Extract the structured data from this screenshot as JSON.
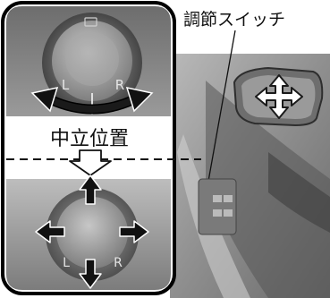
{
  "callout": {
    "switch_label": "調節スイッチ"
  },
  "inset": {
    "neutral_label": "中立位置",
    "top_dial": {
      "left": "L",
      "right": "R"
    },
    "bottom_dial": {
      "left": "L",
      "right": "R"
    }
  },
  "icons": {
    "mirror_arrows": "four-way-arrow-icon",
    "rotate_arrow": "curved-double-arrow-icon",
    "tilt_arrows": "four-direction-arrows-icon",
    "down_arrow": "hollow-down-arrow-icon"
  },
  "colors": {
    "frame": "#000000",
    "photo_gray": "#8a8a8a",
    "arrow": "#111111"
  }
}
